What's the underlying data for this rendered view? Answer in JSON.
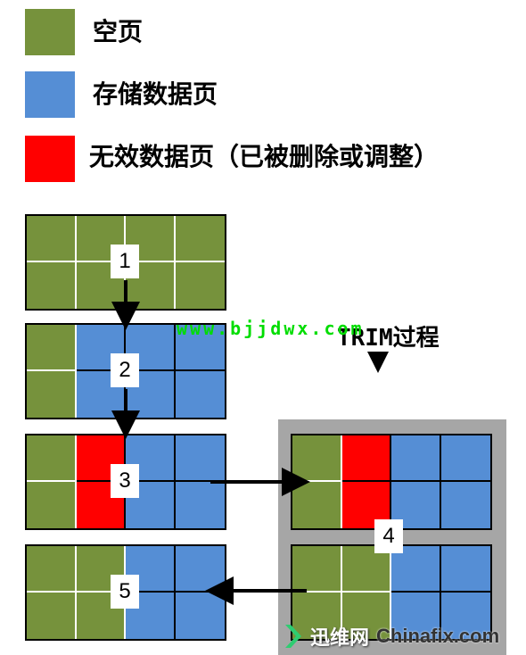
{
  "legend": [
    {
      "label": "空页",
      "color": "#76923c"
    },
    {
      "label": "存储数据页",
      "color": "#558ed5"
    },
    {
      "label": "无效数据页（已被删除或调整）",
      "color": "#ff0000"
    }
  ],
  "steps": [
    "1",
    "2",
    "3",
    "4",
    "5"
  ],
  "trim_label": "TRIM过程",
  "watermark": "www.bjjdwx.com",
  "logo": {
    "cn": "迅维网",
    "en": "Chinafix.com"
  },
  "colors": {
    "empty": "#76923c",
    "stored": "#558ed5",
    "invalid": "#ff0000",
    "trim_bg": "#a6a6a6"
  }
}
